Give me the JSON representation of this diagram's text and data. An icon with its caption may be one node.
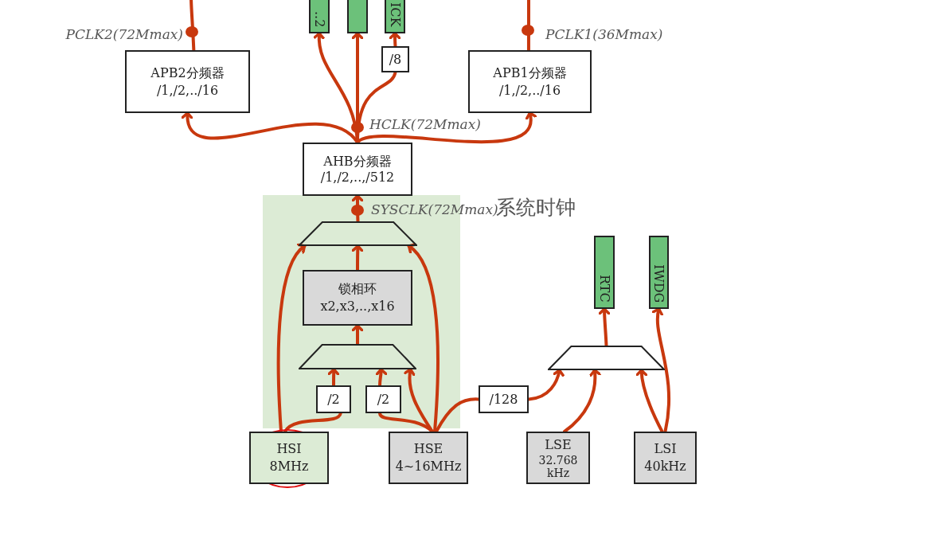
{
  "diagram": {
    "nodes": [
      {
        "text": [
          "..2"
        ]
      },
      {
        "text": [],
        "shape": "box"
      },
      {
        "text": [
          "ICK"
        ]
      },
      {
        "text": [
          "/8"
        ]
      },
      {
        "text": [
          "APB2分频器",
          "/1,/2,../16"
        ]
      },
      {
        "text": [
          "APB1分频器",
          "/1,/2,../16"
        ]
      },
      {
        "text": [
          "AHB分频器",
          "/1,/2,..,/512"
        ]
      },
      {
        "text": [],
        "shape": "trapezoid"
      },
      {
        "text": [
          "锁相环",
          "x2,x3,..,x16"
        ]
      },
      {
        "text": [],
        "shape": "trapezoid"
      },
      {
        "text": [
          "/2"
        ]
      },
      {
        "text": [
          "/2"
        ]
      },
      {
        "text": [
          "/128"
        ]
      },
      {
        "text": [],
        "shape": "trapezoid"
      },
      {
        "text": [
          "RTC"
        ]
      },
      {
        "text": [
          "IWDG"
        ]
      },
      {
        "text": [
          "HSI",
          "8MHz"
        ]
      },
      {
        "text": [
          "HSE",
          "4~16MHz"
        ]
      },
      {
        "text": [
          "LSE",
          "32.768 kHz"
        ]
      },
      {
        "text": [
          "LSI",
          "40kHz"
        ]
      }
    ],
    "edges": [
      {
        "from": 16,
        "to": 7,
        "arrow": "to"
      },
      {
        "from": 16,
        "to": 10,
        "arrow": "none"
      },
      {
        "from": 10,
        "to": 9,
        "arrow": "to"
      },
      {
        "from": 11,
        "to": 9,
        "arrow": "to"
      },
      {
        "from": 17,
        "to": 11,
        "arrow": "none"
      },
      {
        "from": 17,
        "to": 9,
        "arrow": "to"
      },
      {
        "from": 17,
        "to": 7,
        "arrow": "to"
      },
      {
        "from": 17,
        "to": 12,
        "arrow": "none"
      },
      {
        "from": 12,
        "to": 13,
        "arrow": "to"
      },
      {
        "from": 18,
        "to": 13,
        "arrow": "to"
      },
      {
        "from": 19,
        "to": 13,
        "arrow": "to"
      },
      {
        "from": 19,
        "to": 15,
        "arrow": "to"
      },
      {
        "from": 13,
        "to": 14,
        "arrow": "to"
      },
      {
        "from": 9,
        "to": 8,
        "arrow": "to"
      },
      {
        "from": 8,
        "to": 7,
        "arrow": "to"
      },
      {
        "from": 7,
        "to": 6,
        "arrow": "to"
      },
      {
        "from": 6,
        "to": 4,
        "arrow": "to"
      },
      {
        "from": 6,
        "to": 5,
        "arrow": "to"
      },
      {
        "from": 6,
        "to": 0,
        "arrow": "to"
      },
      {
        "from": 6,
        "to": 1,
        "arrow": "to"
      },
      {
        "from": 6,
        "to": 3,
        "arrow": "none"
      },
      {
        "from": 3,
        "to": 2,
        "arrow": "to"
      },
      {
        "from": 4,
        "to": null,
        "arrow": "none"
      },
      {
        "from": 5,
        "to": null,
        "arrow": "none"
      }
    ],
    "labels": [
      "PCLK2(72Mmax)",
      "PCLK1(36Mmax)",
      "HCLK(72Mmax)",
      "SYSCLK(72Mmax)",
      "系统时钟"
    ]
  }
}
